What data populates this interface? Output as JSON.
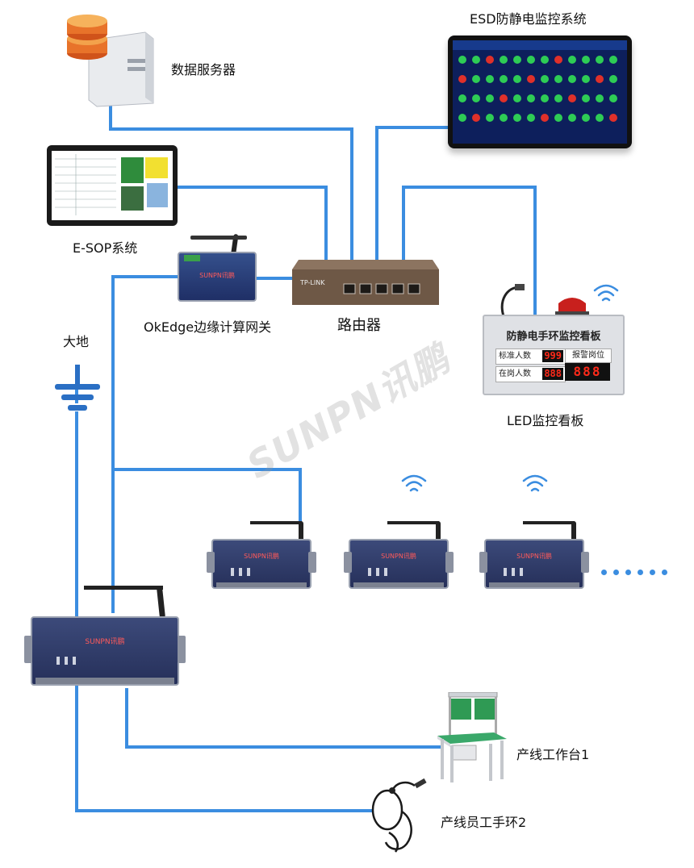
{
  "labels": {
    "server": "数据服务器",
    "esd_system": "ESD防静电监控系统",
    "esop": "E-SOP系统",
    "gateway": "OkEdge边缘计算网关",
    "router": "路由器",
    "ground": "大地",
    "led_board": "LED监控看板",
    "workbench": "产线工作台1",
    "wristband": "产线员工手环2"
  },
  "watermark": "SUNPN讯鹏",
  "led_panel": {
    "title": "防静电手环监控看板",
    "standard_label": "标准人数",
    "standard_value": "999",
    "onpost_label": "在岗人数",
    "onpost_value": "888",
    "alarm_label": "报警岗位",
    "alarm_value": "888"
  },
  "router": {
    "brand": "TP-LINK"
  },
  "device": {
    "brand": "SUNPN讯鹏"
  },
  "colors": {
    "wire": "#3b8de0",
    "accent_red": "#e02020",
    "ground": "#2a6fc4"
  },
  "icons": [
    "database-server-icon",
    "monitor-icon",
    "tablet-icon",
    "router-icon",
    "gateway-icon",
    "ground-icon",
    "wifi-icon",
    "alarm-light-icon",
    "workbench-icon",
    "wristband-icon"
  ]
}
